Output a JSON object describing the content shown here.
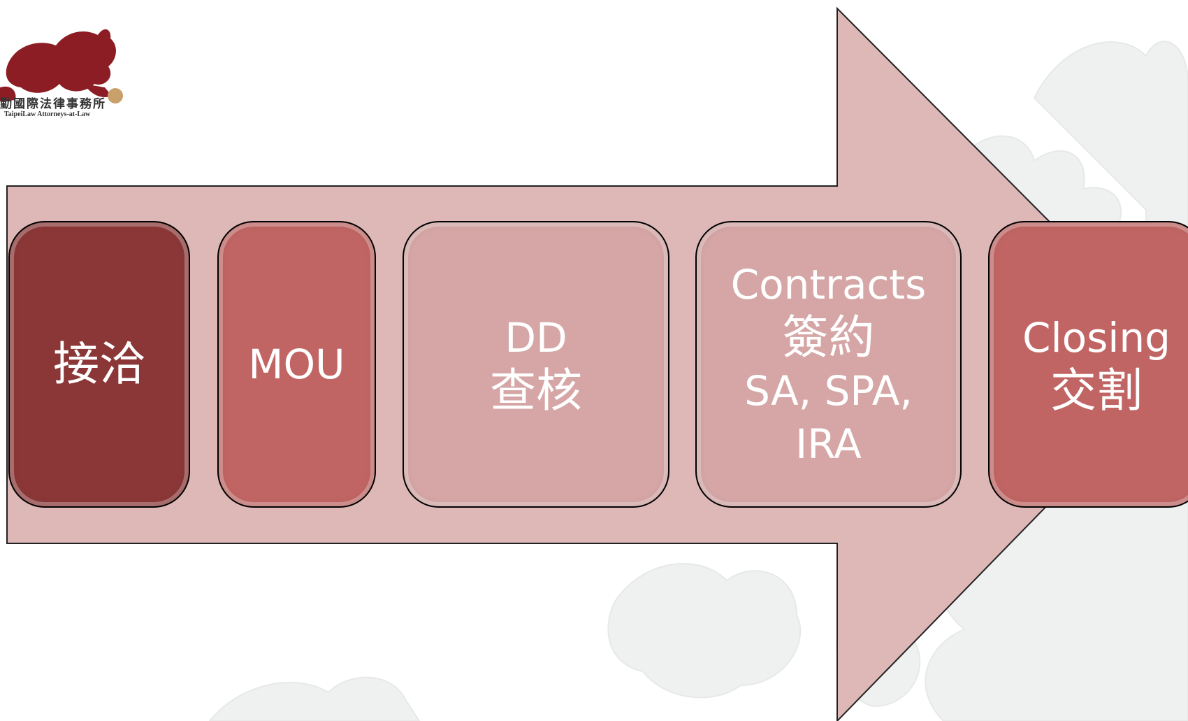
{
  "logo": {
    "name_cn": "勤國際法律事務所",
    "name_en": "TaipeiLaw Attorneys-at-Law"
  },
  "colors": {
    "arrow_fill": "#ddb8b7",
    "arrow_stroke": "#222222",
    "dark_red": "#8b3737",
    "medium_red": "#c06563",
    "light_pink": "#d5a6a5",
    "text": "#ffffff",
    "watermark": "#eef1ef"
  },
  "process": {
    "steps": [
      {
        "lines": [
          "接洽"
        ]
      },
      {
        "lines": [
          "MOU"
        ]
      },
      {
        "lines": [
          "DD",
          "查核"
        ]
      },
      {
        "lines": [
          "Contracts",
          "簽約",
          "SA, SPA,",
          "IRA"
        ]
      },
      {
        "lines": [
          "Closing",
          "交割"
        ]
      }
    ]
  }
}
